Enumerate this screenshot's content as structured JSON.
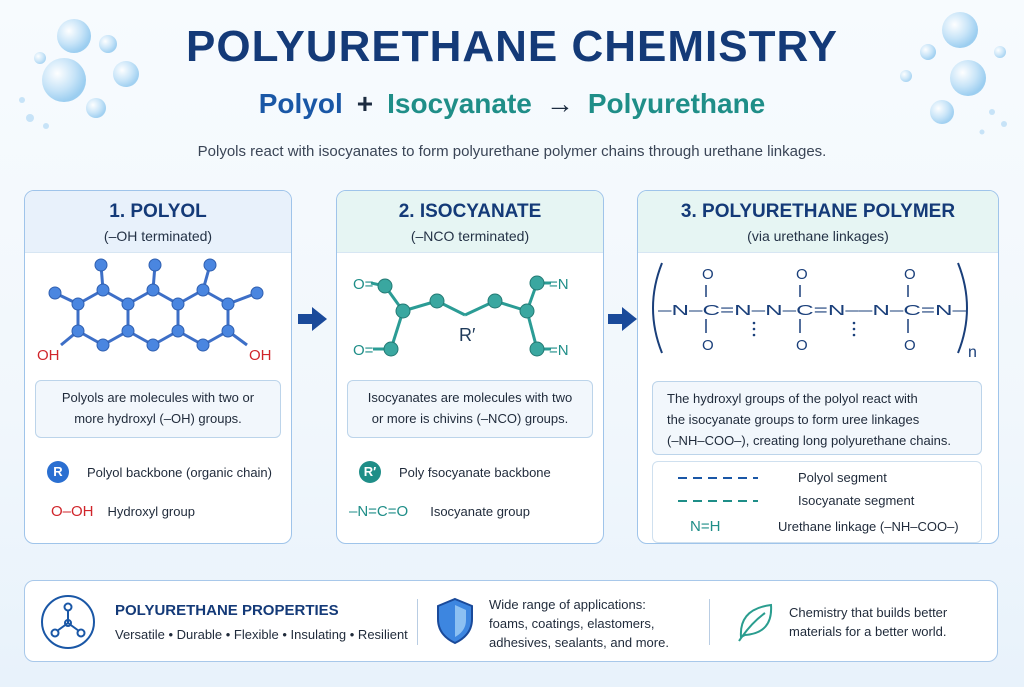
{
  "header": {
    "title": "POLYURETHANE CHEMISTRY",
    "equation": {
      "reactant1": "Polyol",
      "plus": "+",
      "reactant2": "Isocyanate",
      "arrow": "→",
      "product": "Polyurethane"
    },
    "subtitle": "Polyols react with isocyanates to form polyurethane polymer chains through urethane linkages."
  },
  "panels": [
    {
      "title": "1. POLYOL",
      "subtitle": "(–OH terminated)",
      "labels": {
        "oh_left": "OH",
        "oh_right": "OH"
      },
      "description": [
        "Polyols are molecules with two or",
        "more hydroxyl (–OH) groups."
      ],
      "legend": [
        {
          "symbol": "R",
          "text": "Polyol backbone (organic chain)"
        },
        {
          "symbol": "O–OH",
          "text": "Hydroxyl group"
        }
      ]
    },
    {
      "title": "2. ISOCYANATE",
      "subtitle": "(–NCO terminated)",
      "labels": {
        "o_top": "O=",
        "o_bottom": "O=",
        "n_top": "=N",
        "n_bottom": "=N",
        "r": "R′"
      },
      "description": [
        "Isocyanates are molecules with two",
        "or more is chivins (–NCO) groups."
      ],
      "legend": [
        {
          "symbol": "R′",
          "text": "Poly fsocyanate backbone"
        },
        {
          "symbol": "–N=C=O",
          "text": "Isocyanate group"
        }
      ]
    },
    {
      "title": "3. POLYURETHANE POLYMER",
      "subtitle": "(via urethane linkages)",
      "formula": {
        "o": "O",
        "chain": "–N–C=N–N–C=N––N–C=N–",
        "n": "n"
      },
      "description": [
        "The hydroxyl groups of the polyol react with",
        "the isocyanate groups to form uree linkages",
        "(–NH–COO–), creating long polyurethane chains."
      ],
      "legend": [
        {
          "symbol": "",
          "text": "Polyol segment"
        },
        {
          "symbol": "",
          "text": "Isocyanate segment"
        },
        {
          "symbol": "N=H",
          "text": "Urethane linkage (–NH–COO–)"
        }
      ]
    }
  ],
  "footer": {
    "properties_title": "POLYURETHANE PROPERTIES",
    "properties_list": "Versatile • Durable • Flexible • Insulating • Resilient",
    "applications": [
      "Wide range of applications:",
      "foams, coatings, elastomers,",
      "adhesives, sealants, and more."
    ],
    "tagline": [
      "Chemistry that builds better",
      "materials for a better world."
    ]
  },
  "colors": {
    "navy": "#143a78",
    "blue": "#1a57a6",
    "teal": "#1f8e88",
    "red": "#d0252b",
    "atom_blue": "#4a86e0",
    "atom_teal": "#3aa7a0"
  }
}
